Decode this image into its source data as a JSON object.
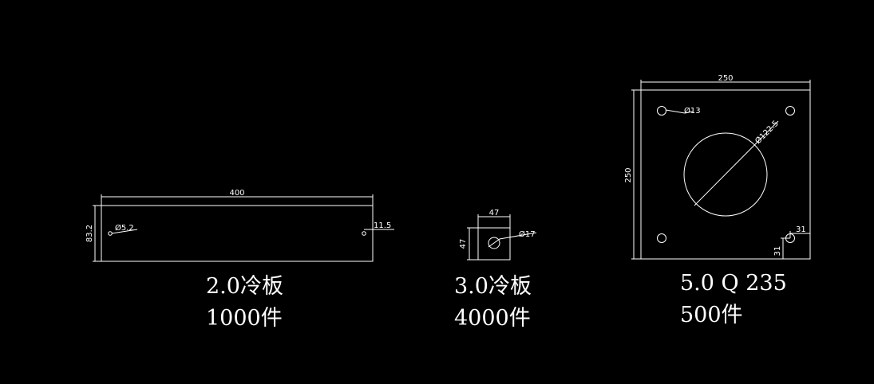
{
  "colors": {
    "background": "#000000",
    "line": "#ffffff"
  },
  "parts": [
    {
      "dims": {
        "width": "400",
        "height": "83.2",
        "hole": "Ø5.2",
        "offset": "11.5"
      },
      "caption": {
        "material": "2.0冷板",
        "qty": "1000件"
      }
    },
    {
      "dims": {
        "width": "47",
        "height": "47",
        "hole": "Ø17"
      },
      "caption": {
        "material": "3.0冷板",
        "qty": "4000件"
      }
    },
    {
      "dims": {
        "width": "250",
        "height": "250",
        "hole_small": "Ø13",
        "hole_big": "Ø122.5",
        "offset_x": "31",
        "offset_y": "31"
      },
      "caption": {
        "material": "5.0 Q 235",
        "qty": "500件"
      }
    }
  ]
}
